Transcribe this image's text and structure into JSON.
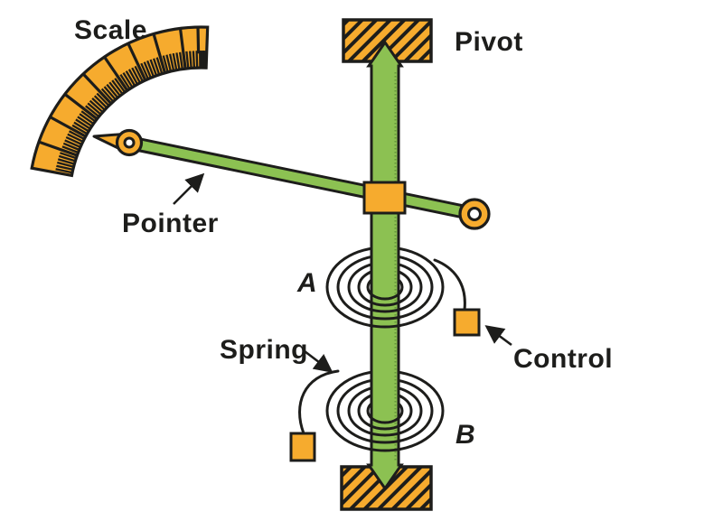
{
  "figure": {
    "description": "Indicating-instrument mechanism diagram with pointer, scale, pivot shaft and two control springs"
  },
  "labels": {
    "scale": "Scale",
    "pivot": "Pivot",
    "pointer": "Pointer",
    "spring": "Spring",
    "control": "Control",
    "spring_a": "A",
    "spring_b": "B"
  },
  "colors": {
    "orange": "#F6AB2E",
    "green": "#8CC152",
    "green_dark": "#5E8F35",
    "ink": "#1D1D1B",
    "background": "#FFFFFF"
  }
}
